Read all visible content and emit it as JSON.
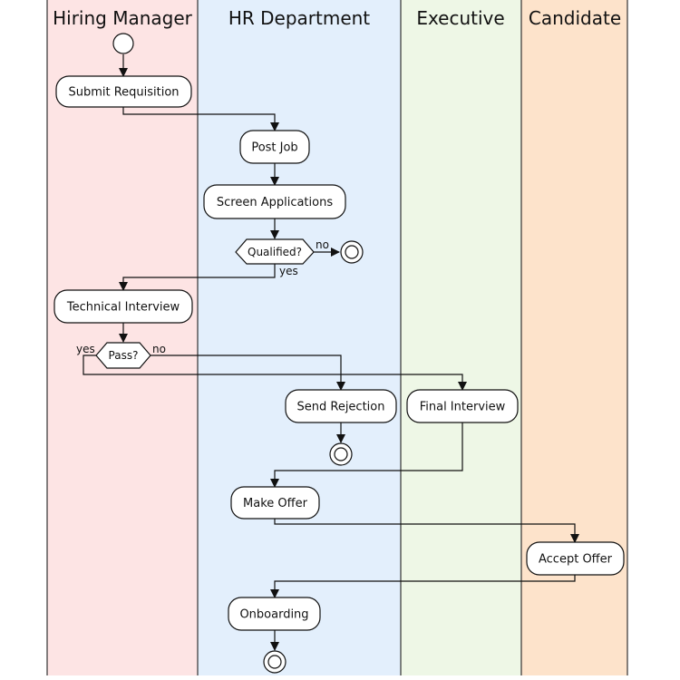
{
  "lanes": [
    {
      "title": "Hiring Manager",
      "color": "#fde4e4"
    },
    {
      "title": "HR Department",
      "color": "#e3effc"
    },
    {
      "title": "Executive",
      "color": "#eef7e6"
    },
    {
      "title": "Candidate",
      "color": "#fde3cb"
    }
  ],
  "nodes": {
    "submit_requisition": "Submit Requisition",
    "post_job": "Post Job",
    "screen_applications": "Screen Applications",
    "qualified": "Qualified?",
    "technical_interview": "Technical Interview",
    "pass": "Pass?",
    "send_rejection": "Send Rejection",
    "final_interview": "Final Interview",
    "make_offer": "Make Offer",
    "accept_offer": "Accept Offer",
    "onboarding": "Onboarding"
  },
  "edge_labels": {
    "qualified_no": "no",
    "qualified_yes": "yes",
    "pass_yes": "yes",
    "pass_no": "no"
  }
}
